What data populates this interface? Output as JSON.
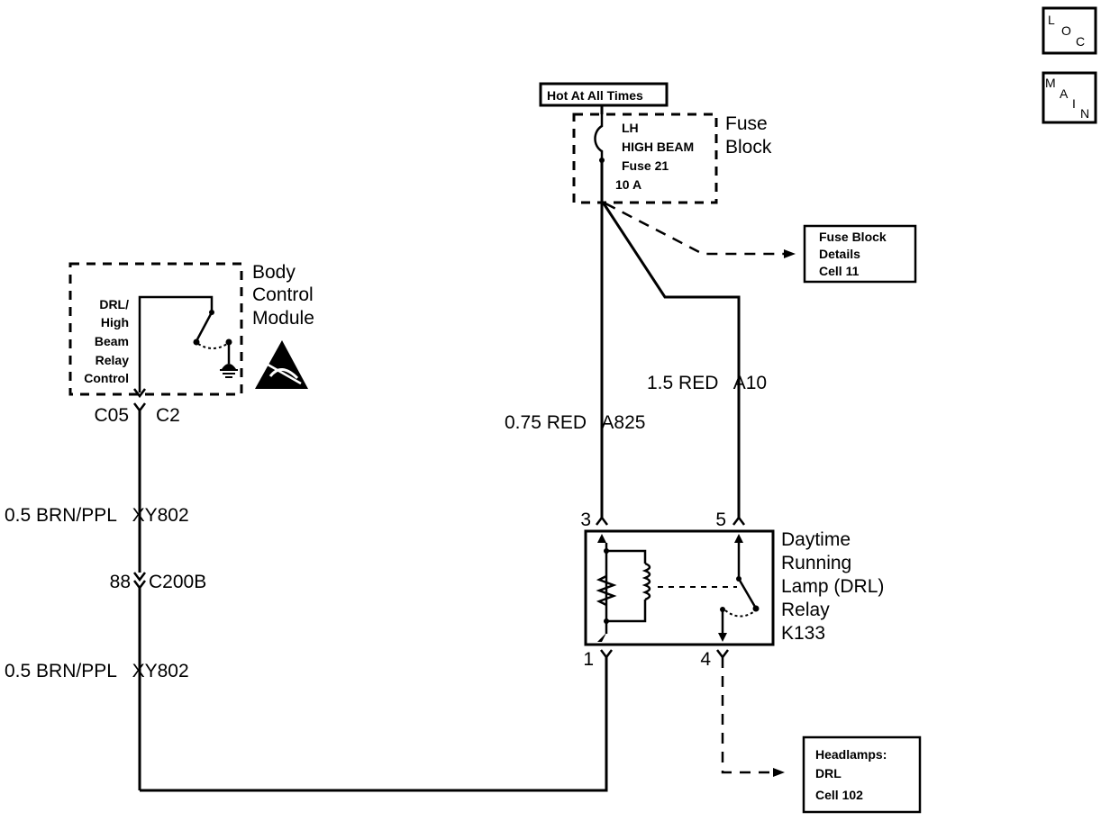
{
  "nav": {
    "loc": [
      "L",
      "O",
      "C"
    ],
    "main": [
      "M",
      "A",
      "I",
      "N"
    ]
  },
  "hot_label": "Hot At All Times",
  "fuse": {
    "title": [
      "Fuse",
      "Block"
    ],
    "lines": [
      "LH",
      "HIGH BEAM",
      "Fuse 21",
      "10  A"
    ]
  },
  "fuse_block_ref": [
    "Fuse Block",
    "Details",
    "Cell  11"
  ],
  "bcm": {
    "title": [
      "Body",
      "Control",
      "Module"
    ],
    "inner": [
      "DRL/",
      "High",
      "Beam",
      "Relay",
      "Control"
    ],
    "pin": "C05",
    "connector": "C2"
  },
  "wires": {
    "bcm_upper": "0.5 BRN/PPL   XY802",
    "bcm_lower": "0.5 BRN/PPL   XY802",
    "fuse_to_pin3": "0.75 RED   A825",
    "fuse_to_pin5": "1.5 RED   A10"
  },
  "inline_connector": {
    "pin": "88",
    "name": "C200B"
  },
  "relay": {
    "title": [
      "Daytime",
      "Running",
      "Lamp (DRL)",
      "Relay",
      "K133"
    ],
    "pins": {
      "p3": "3",
      "p5": "5",
      "p1": "1",
      "p4": "4"
    }
  },
  "headlamps_ref": [
    "Headlamps:",
    "DRL",
    "Cell 102"
  ]
}
